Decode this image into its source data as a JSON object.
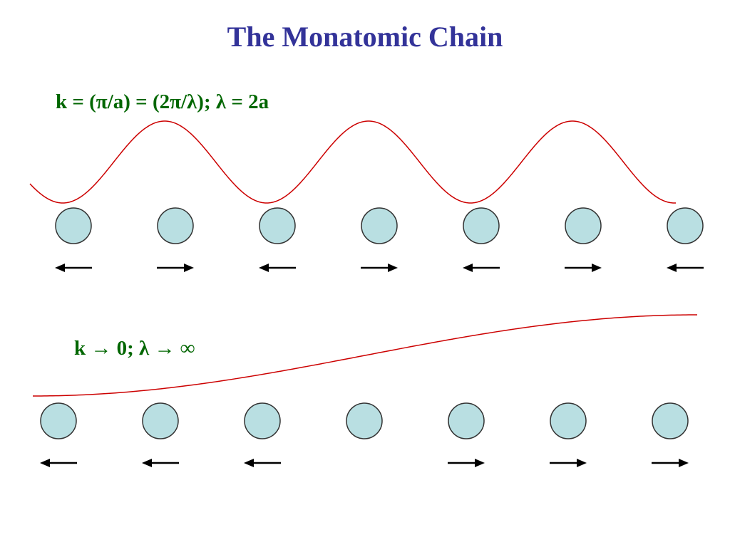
{
  "title": "The Monatomic Chain",
  "panels": [
    {
      "label": "k = (π/a) = (2π/λ); λ = 2a",
      "displacements": [
        "left",
        "right",
        "left",
        "right",
        "left",
        "right",
        "left"
      ]
    },
    {
      "label": "k → 0; λ → ∞",
      "displacements": [
        "left",
        "left",
        "left",
        "none",
        "right",
        "right",
        "right"
      ]
    }
  ],
  "colors": {
    "title": "#333399",
    "formula": "#006600",
    "wave": "#cc0000",
    "atom_fill": "#b9dfe2",
    "atom_stroke": "#333333",
    "arrow": "#000000"
  }
}
